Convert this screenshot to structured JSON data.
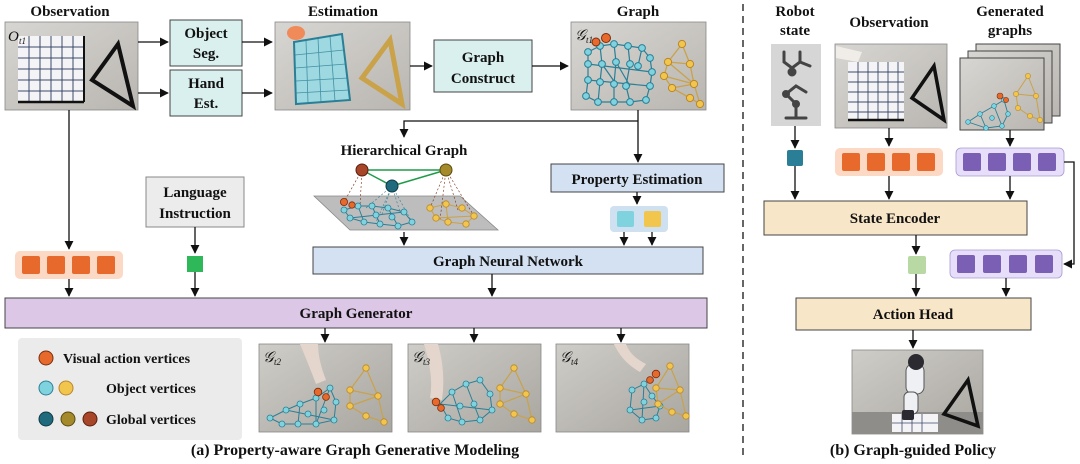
{
  "panel_a": {
    "titles": {
      "observation": "Observation",
      "estimation": "Estimation",
      "graph": "Graph"
    },
    "symbols": {
      "obs_frame": "O",
      "obs_sub": "t1",
      "graph_sym": "𝒢",
      "graph_sub": "t1",
      "gen2_sub": "t2",
      "gen3_sub": "t3",
      "gen4_sub": "t4"
    },
    "boxes": {
      "object_seg_line1": "Object",
      "object_seg_line2": "Seg.",
      "hand_est_line1": "Hand",
      "hand_est_line2": "Est.",
      "graph_construct_line1": "Graph",
      "graph_construct_line2": "Construct",
      "property_estimation": "Property Estimation",
      "language_line1": "Language",
      "language_line2": "Instruction",
      "gnn": "Graph Neural Network",
      "graph_generator": "Graph Generator"
    },
    "hierarchical_graph": "Hierarchical Graph",
    "legend": {
      "visual": "Visual action vertices",
      "object": "Object vertices",
      "global": "Global vertices"
    },
    "caption": "(a) Property-aware Graph Generative Modeling"
  },
  "panel_b": {
    "robot_line1": "Robot",
    "robot_line2": "state",
    "observation": "Observation",
    "generated_line1": "Generated",
    "generated_line2": "graphs",
    "state_encoder": "State Encoder",
    "action_head": "Action Head",
    "caption": "(b) Graph-guided Policy"
  },
  "colors": {
    "orange": "#e8692c",
    "orange_bg": "#fbd9c4",
    "purple": "#7a5fb5",
    "purple_bg": "#e7defa",
    "teal": "#2a7f96",
    "yellow": "#f2c64d",
    "cyan": "#7fd3df",
    "green": "#2eb85a",
    "lightgreen": "#b9d9a4",
    "box_teal": "#d9f0ee",
    "box_blue": "#d3e1f2",
    "box_purple": "#dcc7e6",
    "box_peach": "#f8e6c8",
    "box_gray": "#ececec"
  }
}
